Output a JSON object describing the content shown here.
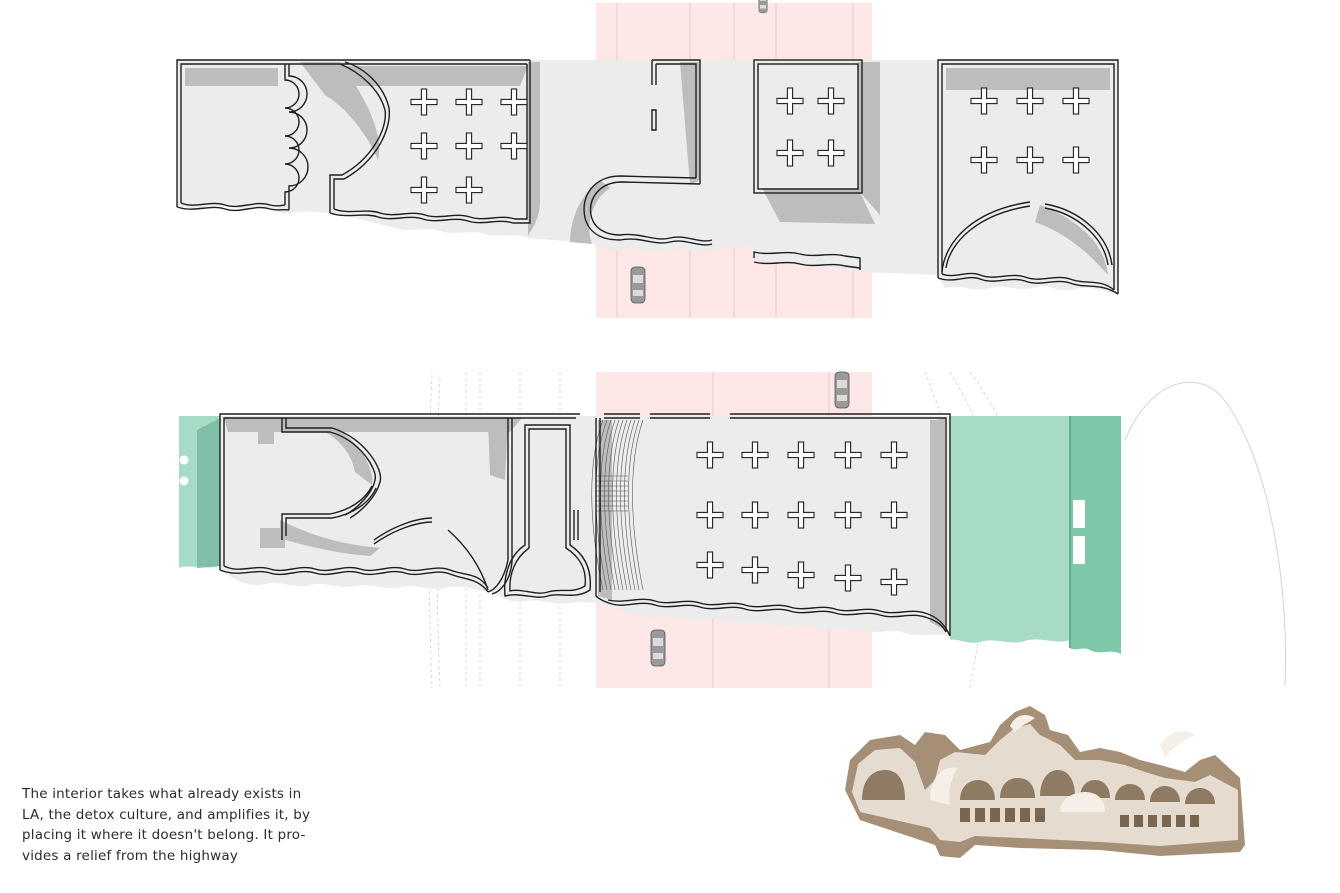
{
  "caption": {
    "lines": [
      "The interior takes what already exists in",
      "LA, the detox culture, and amplifies it, by",
      "placing it where it doesn't belong. It pro-",
      "vides a relief from the highway"
    ]
  },
  "colors": {
    "road": "#fde7e7",
    "road_line": "#efc8c8",
    "floor": "#ececec",
    "wall": "#1f1f1f",
    "shadow": "#bdbdbd",
    "green_light": "#a6dcc6",
    "green_mid": "#7fc7a9",
    "green_dark": "#5fae90",
    "car": "#8b8b8b"
  },
  "icons": [
    "column-cross-icon",
    "car-icon",
    "section-model-image"
  ]
}
